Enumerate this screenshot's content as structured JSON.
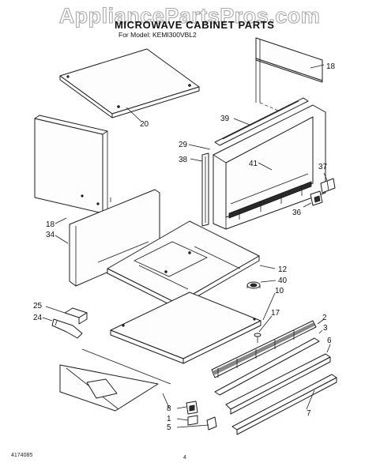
{
  "watermark": "AppliancePartsPros.com",
  "header": {
    "title": "MICROWAVE CABINET PARTS",
    "model_line": "For Model: KEMI300VBL2"
  },
  "callouts": [
    "20",
    "18",
    "39",
    "29",
    "38",
    "41",
    "37",
    "36",
    "18",
    "34",
    "12",
    "40",
    "10",
    "25",
    "24",
    "17",
    "2",
    "3",
    "6",
    "7",
    "8",
    "1",
    "5"
  ],
  "footer": {
    "code": "4174085",
    "page": "4"
  }
}
